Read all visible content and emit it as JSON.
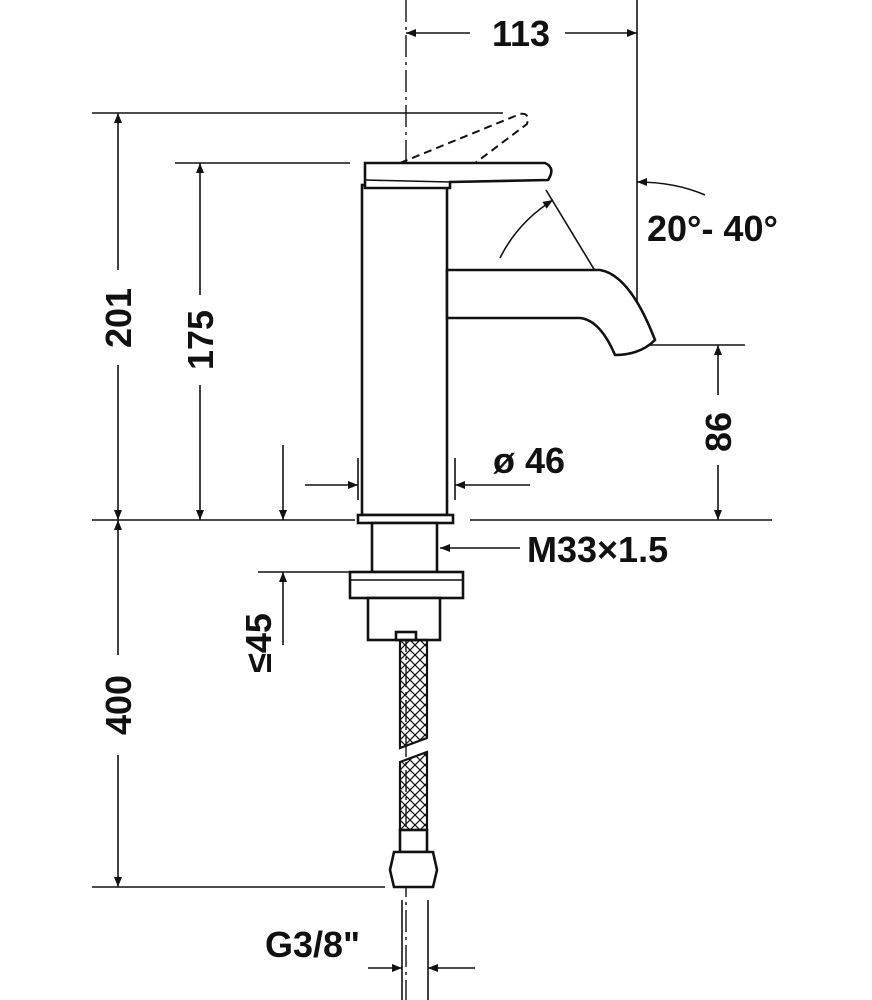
{
  "drawing": {
    "title": "Single lever basin mixer dimension drawing",
    "dimensions": {
      "spout_reach": "113",
      "height_lever_raised": "201",
      "body_height": "175",
      "lever_angle": "20°- 40°",
      "spout_height": "86",
      "body_diameter": "ø 46",
      "thread": "M33×1.5",
      "max_counter_thickness": "≤45",
      "hose_length": "400",
      "connection": "G3/8\""
    }
  }
}
